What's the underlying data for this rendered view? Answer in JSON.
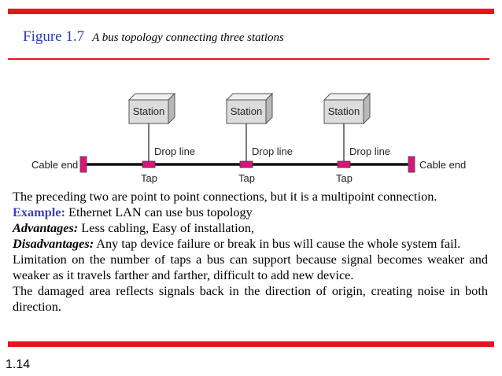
{
  "title": {
    "figure_label": "Figure 1.7",
    "caption": "A bus topology connecting three stations"
  },
  "diagram": {
    "station_label": "Station",
    "drop_line_label": "Drop line",
    "tap_label": "Tap",
    "cable_end_label": "Cable end",
    "colors": {
      "bus": "#111111",
      "tap": "#e0127a",
      "station_box": "#dcdcdc"
    }
  },
  "body": {
    "line1": "The preceding two are point to point connections, but it is a multipoint  connection.",
    "example_label": "Example:",
    "example_text": " Ethernet LAN can use bus topology",
    "advantages_label": "Advantages:",
    "advantages_text": " Less cabling, Easy of installation,",
    "disadvantages_label": "Disadvantages:",
    "disadvantages_text": "  Any tap device failure or break in bus will cause the  whole system fail.",
    "limitation_text": "Limitation on the number of taps a bus can  support because signal becomes weaker and weaker as it travels farther and farther, difficult to add new device.",
    "damaged_text": "The damaged area reflects signals back in the direction of origin, creating noise in both direction."
  },
  "page_number": "1.14",
  "accent_color": "#e8141c"
}
